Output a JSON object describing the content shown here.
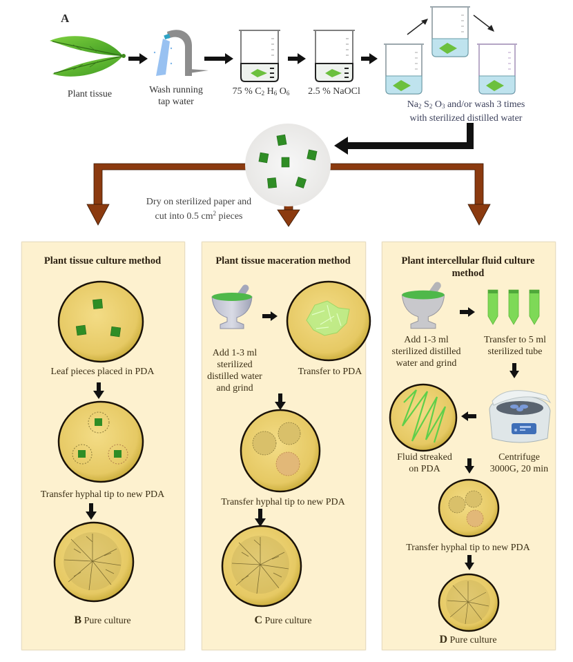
{
  "figure": {
    "panel_label_a": "A",
    "steps": [
      {
        "id": "plant-tissue",
        "label": "Plant tissue"
      },
      {
        "id": "wash",
        "label_line1": "Wash running",
        "label_line2": "tap water"
      },
      {
        "id": "ethanol",
        "label_prefix": "75 % C",
        "sub1": "2",
        "mid1": " H",
        "sub2": "6",
        "mid2": " O",
        "sub3": "6"
      },
      {
        "id": "naocl",
        "label": "2.5 % NaOCl"
      },
      {
        "id": "thiosulfate",
        "label_prefix": "Na",
        "sub1": "2",
        "mid1": " S",
        "sub2": "2",
        "mid2": " O",
        "sub3": "3",
        "suffix": " and/or wash 3 times",
        "label_line2": "with sterilized distilled water"
      }
    ],
    "dry_step": {
      "line1": "Dry on sterilized paper and",
      "line2_prefix": "cut into 0.5 cm",
      "sup": "2",
      "line2_suffix": " pieces"
    },
    "colors": {
      "arrow_brown": "#8b3a0f",
      "panel_bg": "#fdf1cf",
      "agar": "#e9cf6a",
      "leaf_green": "#2e8b2a",
      "water_blue": "#bfe3ee"
    },
    "panels": [
      {
        "id": "B",
        "title": "Plant tissue culture method",
        "step1": "Leaf pieces placed in PDA",
        "step2": "Transfer hyphal tip to new PDA",
        "result_letter": "B",
        "result_label": "Pure culture"
      },
      {
        "id": "C",
        "title": "Plant tissue maceration method",
        "grind_lines": [
          "Add 1-3 ml",
          "sterilized",
          "distilled water",
          "and grind"
        ],
        "transfer": "Transfer to PDA",
        "step2": "Transfer hyphal tip to new PDA",
        "result_letter": "C",
        "result_label": "Pure culture"
      },
      {
        "id": "D",
        "title_line1": "Plant intercellular fluid culture",
        "title_line2": "method",
        "grind_lines": [
          "Add 1-3 ml",
          "sterilized distilled",
          "water and grind"
        ],
        "tube_lines": [
          "Transfer to 5 ml",
          "sterilized tube"
        ],
        "streak_lines": [
          "Fluid streaked",
          "on PDA"
        ],
        "centrifuge_lines": [
          "Centrifuge",
          "3000G, 20 min"
        ],
        "step2": "Transfer hyphal tip to new PDA",
        "result_letter": "D",
        "result_label": "Pure culture"
      }
    ]
  }
}
